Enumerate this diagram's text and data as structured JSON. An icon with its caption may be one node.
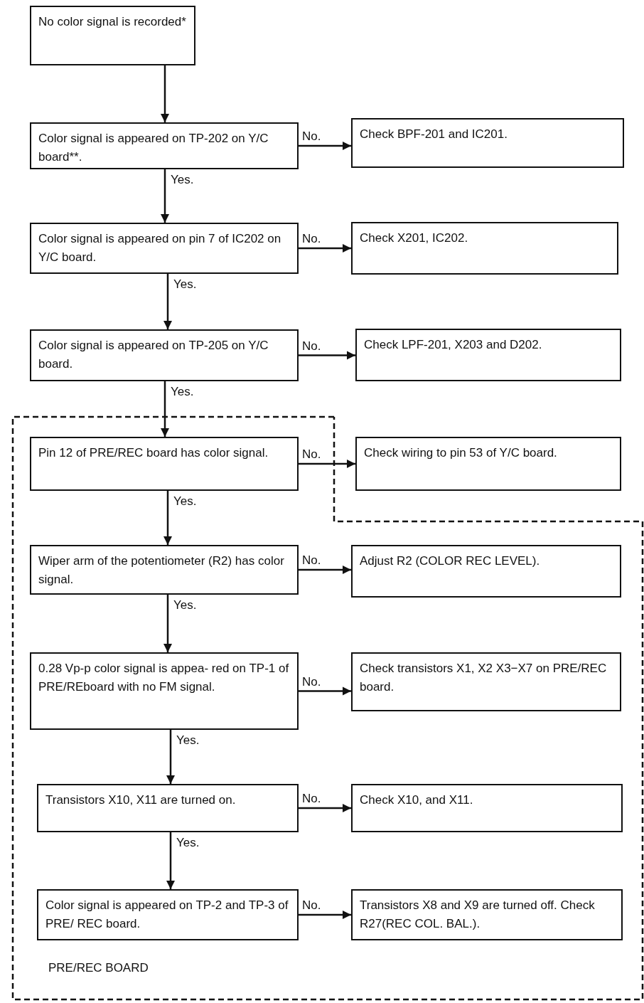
{
  "diagram": {
    "nodes": [
      {
        "text": [
          "No color signal is recorded*"
        ]
      },
      {
        "text": [
          "Color signal is appeared on TP-202 on Y/C board**."
        ]
      },
      {
        "text": [
          "Check BPF-201 and IC201."
        ]
      },
      {
        "text": [
          "Color signal is appeared on pin 7 of IC202 on Y/C board."
        ]
      },
      {
        "text": [
          "Check X201, IC202."
        ]
      },
      {
        "text": [
          "Color signal is appeared on TP-205 on Y/C board."
        ]
      },
      {
        "text": [
          "Check LPF-201, X203 and D202."
        ]
      },
      {
        "text": [
          "PRE/REC BOARD"
        ]
      },
      {
        "text": [
          "Pin 12 of PRE/REC board has color signal."
        ],
        "in": 7
      },
      {
        "text": [
          "Check wiring to pin 53 of Y/C board."
        ]
      },
      {
        "text": [
          "Wiper arm of the potentiometer (R2) has color signal."
        ],
        "in": 7
      },
      {
        "text": [
          "Adjust R2 (COLOR REC LEVEL)."
        ],
        "in": 7
      },
      {
        "text": [
          "0.28 Vp-p color signal is appea- red on TP-1 of PRE/REboard with no FM signal."
        ],
        "in": 7
      },
      {
        "text": [
          "Check transistors X1, X2 X3−X7 on PRE/REC board."
        ],
        "in": 7
      },
      {
        "text": [
          "Transistors X10, X11 are turned on."
        ],
        "in": 7
      },
      {
        "text": [
          "Check X10, and X11."
        ],
        "in": 7
      },
      {
        "text": [
          "Color signal is appeared on TP-2 and TP-3 of PRE/ REC board."
        ],
        "in": 7
      },
      {
        "text": [
          "Transistors X8 and X9 are turned off. Check R27(REC COL. BAL.)."
        ],
        "in": 7
      }
    ],
    "edges": [
      {
        "from": 0,
        "to": 1,
        "arrow": "to"
      },
      {
        "from": 1,
        "to": 2,
        "arrow": "to",
        "label": "No."
      },
      {
        "from": 1,
        "to": 3,
        "arrow": "to",
        "label": "Yes."
      },
      {
        "from": 3,
        "to": 4,
        "arrow": "to",
        "label": "No."
      },
      {
        "from": 3,
        "to": 5,
        "arrow": "to",
        "label": "Yes."
      },
      {
        "from": 5,
        "to": 6,
        "arrow": "to",
        "label": "No."
      },
      {
        "from": 5,
        "to": 8,
        "arrow": "to",
        "label": "Yes."
      },
      {
        "from": 8,
        "to": 9,
        "arrow": "to",
        "label": "No."
      },
      {
        "from": 8,
        "to": 10,
        "arrow": "to",
        "label": "Yes."
      },
      {
        "from": 10,
        "to": 11,
        "arrow": "to",
        "label": "No."
      },
      {
        "from": 10,
        "to": 12,
        "arrow": "to",
        "label": "Yes."
      },
      {
        "from": 12,
        "to": 13,
        "arrow": "to",
        "label": "No."
      },
      {
        "from": 12,
        "to": 14,
        "arrow": "to",
        "label": "Yes."
      },
      {
        "from": 14,
        "to": 15,
        "arrow": "to",
        "label": "No."
      },
      {
        "from": 14,
        "to": 16,
        "arrow": "to",
        "label": "Yes."
      },
      {
        "from": 16,
        "to": 17,
        "arrow": "to",
        "label": "No."
      }
    ]
  }
}
